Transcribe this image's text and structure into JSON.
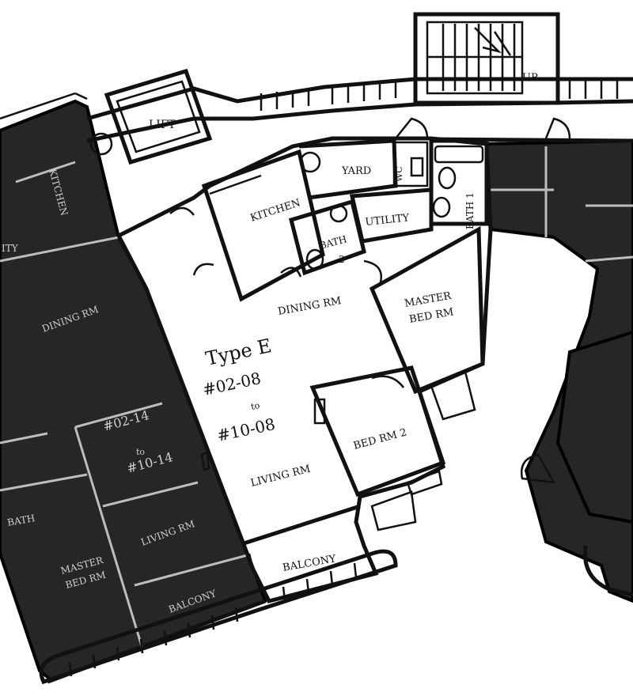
{
  "rooms": {
    "lift": "LIFT",
    "up": "UP",
    "kitchen": "KITCHEN",
    "yard": "YARD",
    "wc": "WC",
    "utility": "UTILITY",
    "bath2_line1": "BATH",
    "bath2_line2": "2",
    "bath1": "BATH 1",
    "dining": "DINING RM",
    "master_line1": "MASTER",
    "master_line2": "BED RM",
    "bedroom2": "BED RM 2",
    "living": "LIVING RM",
    "balcony": "BALCONY"
  },
  "unit": {
    "type": "Type E",
    "unit_line1": "#02-08",
    "to": "to",
    "unit_line2": "#10-08"
  },
  "neighbor_left": {
    "kitchen": "KITCHEN",
    "utility": "ITY",
    "dining": "DINING RM",
    "unit_line1": "#02-14",
    "to": "to",
    "unit_line2": "#10-14",
    "living": "LIVING RM",
    "bath": "BATH",
    "master_line1": "MASTER",
    "master_line2": "BED RM",
    "balcony": "BALCONY"
  },
  "colors": {
    "walls": "#111111",
    "dark_units": "#262626",
    "background": "#ffffff"
  }
}
